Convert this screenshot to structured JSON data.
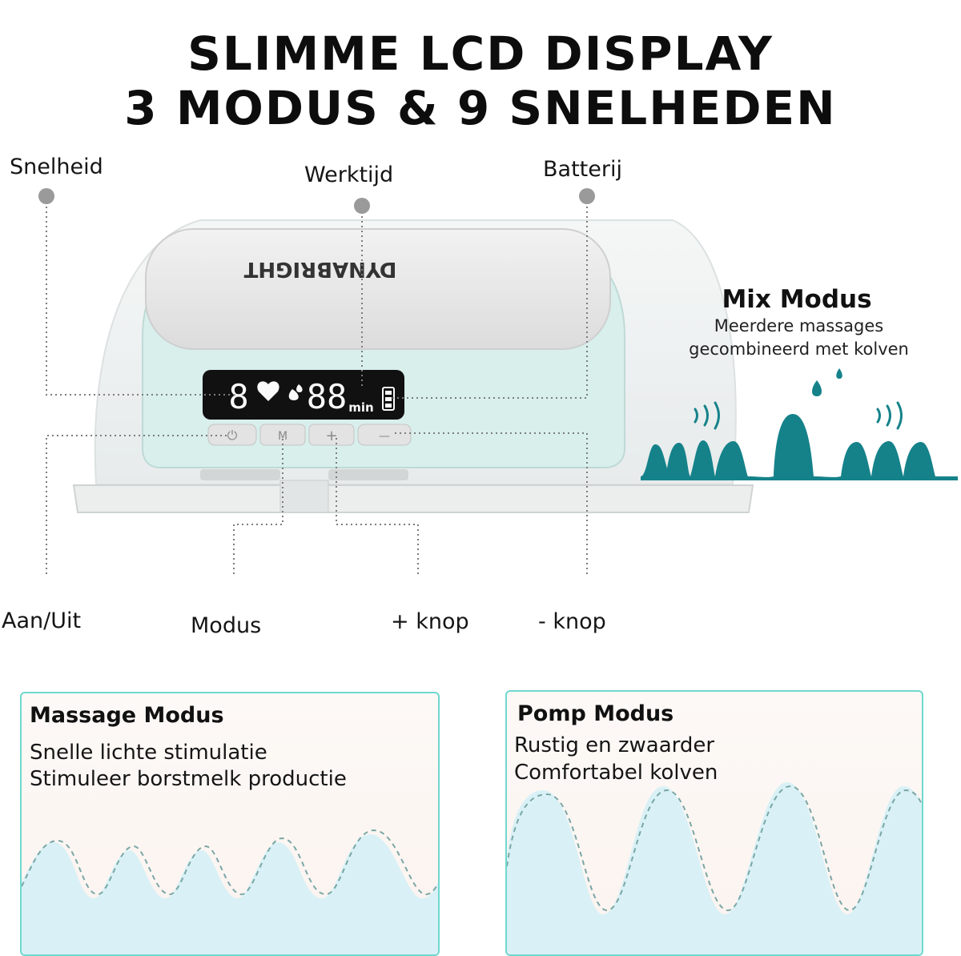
{
  "title": {
    "line1": "SLIMME LCD DISPLAY",
    "line2": "3 MODUS & 9 SNELHEDEN"
  },
  "callouts": {
    "speed": "Snelheid",
    "worktime": "Werktijd",
    "battery": "Batterij",
    "power": "Aan/Uit",
    "mode": "Modus",
    "plus": "+ knop",
    "minus": "- knop"
  },
  "device": {
    "brand": "DYNABRIGHT",
    "display_speed": "8",
    "display_time": "88",
    "display_unit": "min",
    "buttons": [
      "⏻",
      "M",
      "+",
      "—"
    ]
  },
  "mix_mode": {
    "title": "Mix Modus",
    "line1": "Meerdere massages",
    "line2": "gecombineerd met kolven",
    "accent_color": "#15828a"
  },
  "massage_mode": {
    "title": "Massage Modus",
    "line1": "Snelle lichte stimulatie",
    "line2": "Stimuleer borstmelk productie"
  },
  "pump_mode": {
    "title": "Pomp Modus",
    "line1": "Rustig en zwaarder",
    "line2": "Comfortabel kolven"
  },
  "colors": {
    "panel_border": "#6fd8cf",
    "wave_fill": "#d9f1f6",
    "device_teal": "#d8efec",
    "marker_gray": "#9a9a9a"
  }
}
